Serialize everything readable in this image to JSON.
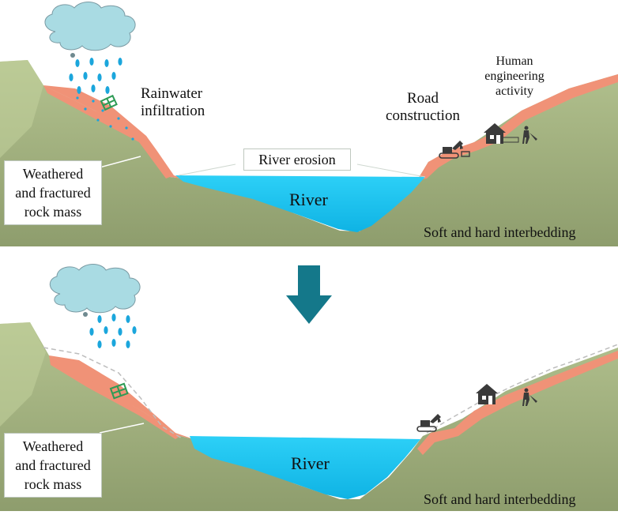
{
  "panels": [
    {
      "labels": {
        "rainwater_infiltration": [
          "Rainwater",
          "infiltration"
        ],
        "road_construction": [
          "Road",
          "construction"
        ],
        "human_engineering": [
          "Human",
          "engineering",
          "activity"
        ],
        "river_erosion": "River erosion",
        "river": "River",
        "weathered_rock": [
          "Weathered",
          "and fractured",
          "rock mass"
        ],
        "interbedding": "Soft and hard interbedding"
      }
    },
    {
      "labels": {
        "river": "River",
        "weathered_rock": [
          "Weathered",
          "and fractured",
          "rock mass"
        ],
        "interbedding": "Soft and hard interbedding"
      }
    }
  ],
  "colors": {
    "terrain": "#a4b482",
    "terrain_dark": "#8f9f6e",
    "weathered_layer": "#f09277",
    "river": "#16c1ef",
    "cloud": "#a9dbe3",
    "rain": "#1ba6dc",
    "arrow": "#14788a",
    "icon": "#3a3a3a",
    "vegetation": "#2e9b55"
  },
  "icons": [
    "cloud-icon",
    "raindrops-icon",
    "vegetation-icon",
    "excavator-icon",
    "house-icon",
    "worker-icon",
    "down-arrow-icon"
  ]
}
